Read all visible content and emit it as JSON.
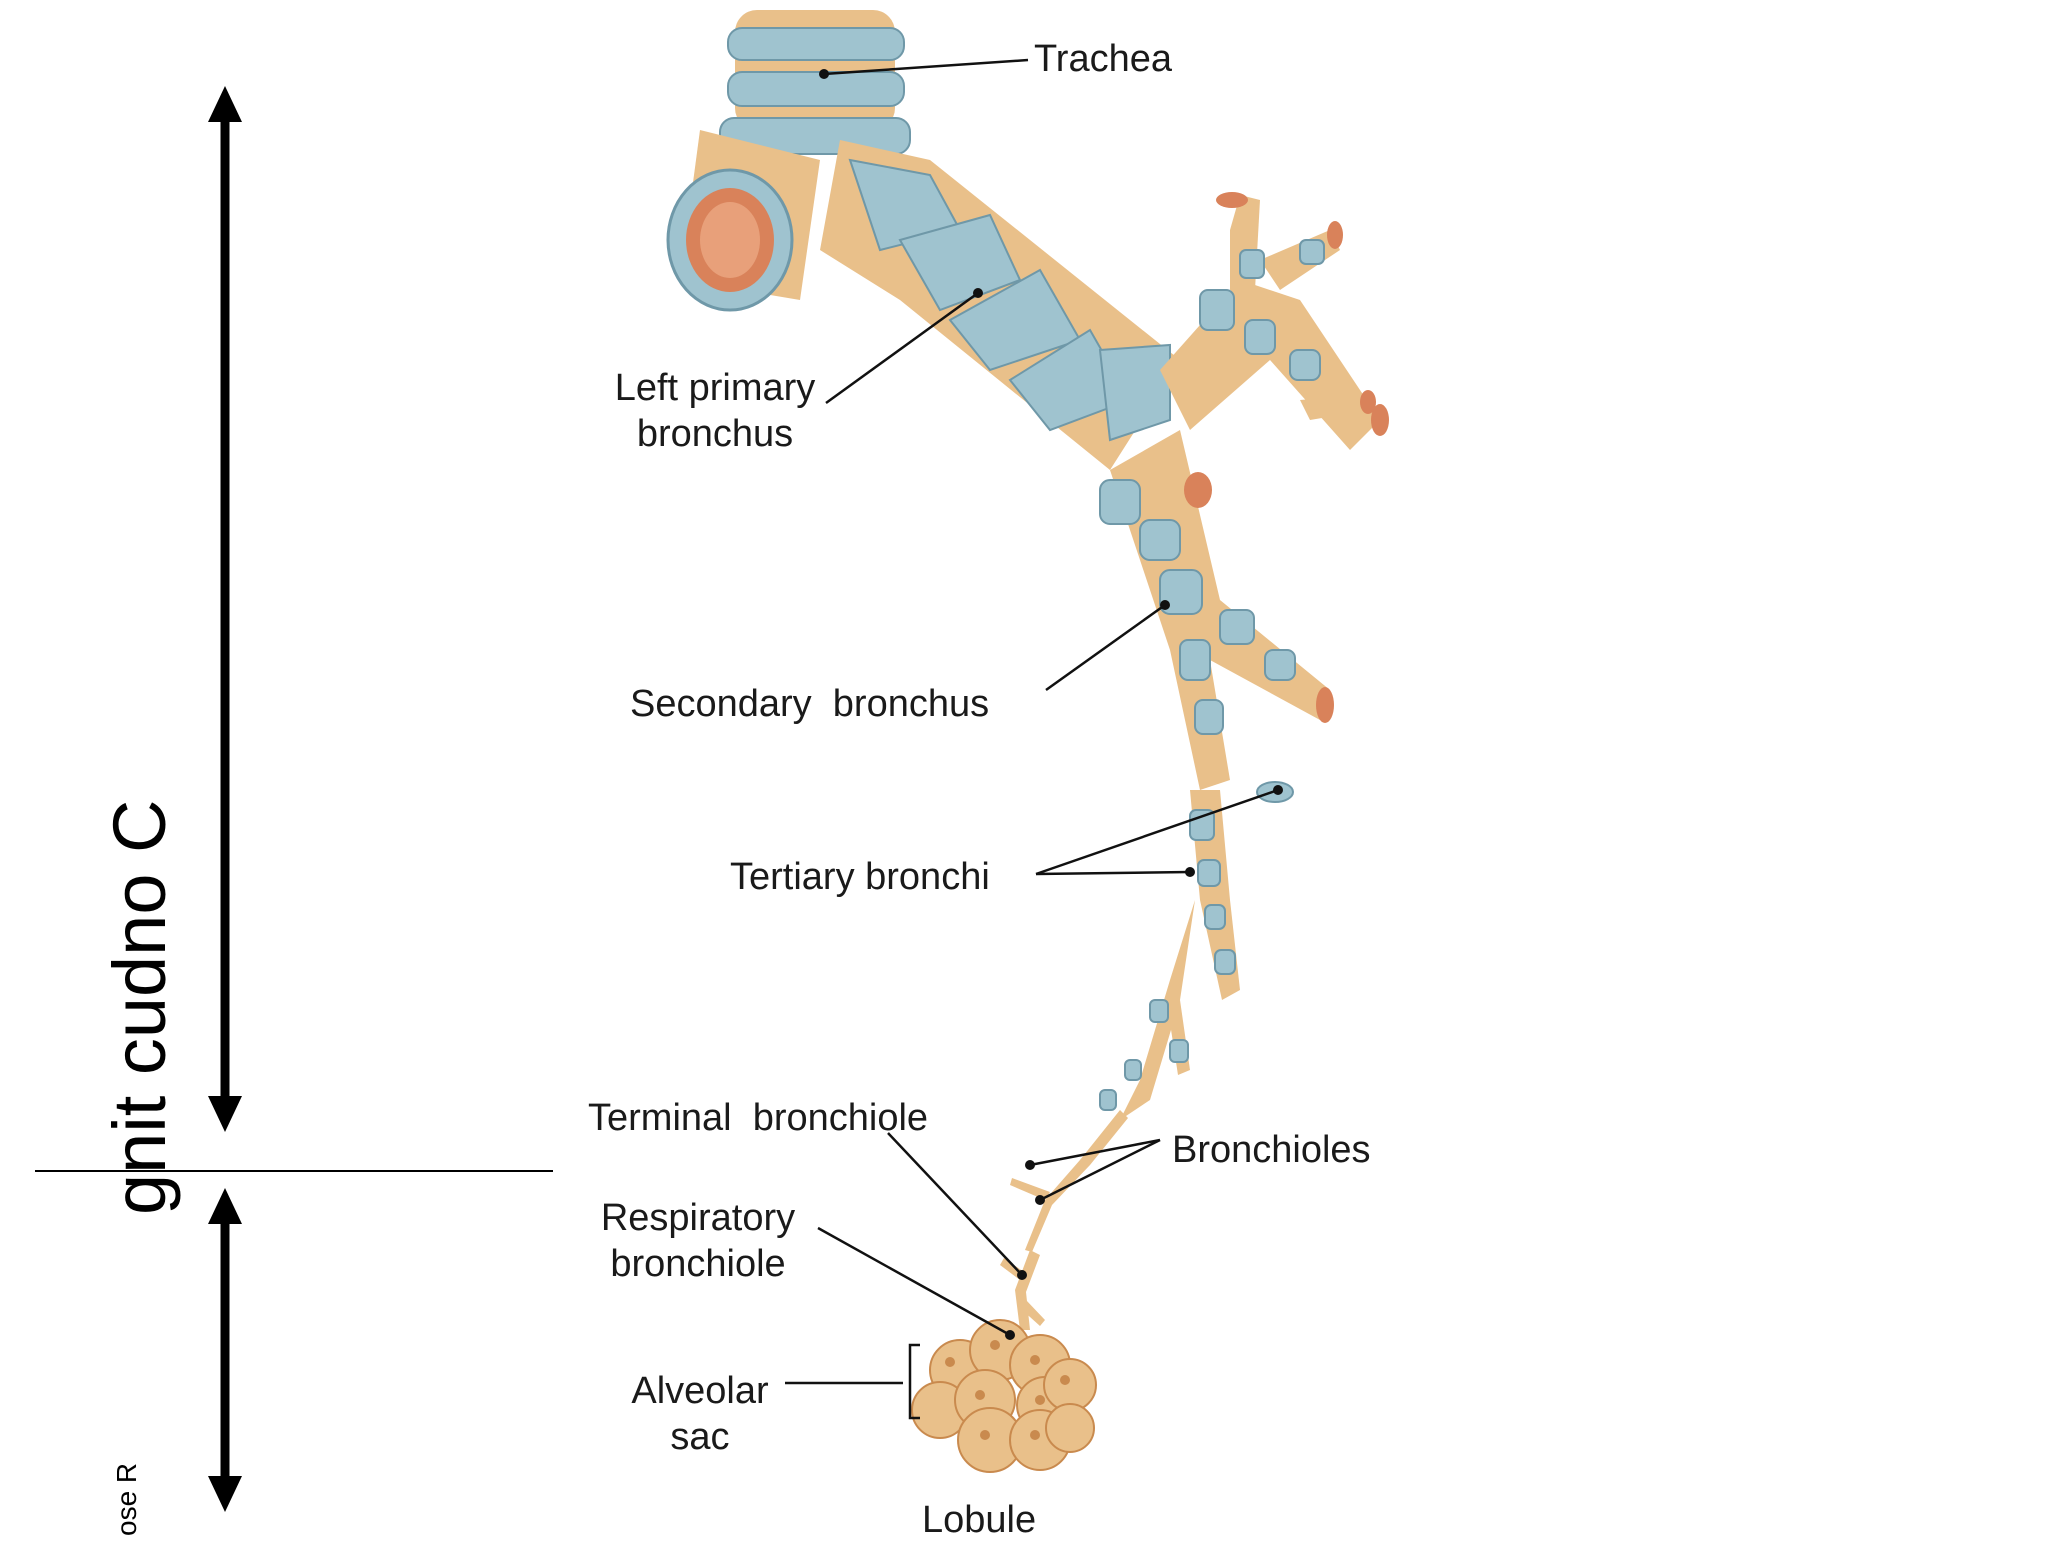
{
  "labels": {
    "trachea": "Trachea",
    "left_primary_bronchus_1": "Left primary",
    "left_primary_bronchus_2": "bronchus",
    "secondary_bronchus": "Secondary  bronchus",
    "tertiary_bronchi": "Tertiary bronchi",
    "terminal_bronchiole": "Terminal  bronchiole",
    "bronchioles": "Bronchioles",
    "respiratory_bronchiole_1": "Respiratory",
    "respiratory_bronchiole_2": "bronchiole",
    "alveolar_sac_1": "Alveolar",
    "alveolar_sac_2": "sac",
    "lobule": "Lobule"
  },
  "zones": {
    "conducting": "gnit cudno C",
    "respiratory": "ose R"
  },
  "colors": {
    "cartilage": "#9fc3cf",
    "cartilage_dark": "#6f98a8",
    "tissue": "#e9c08a",
    "tissue_dark": "#c98a4e",
    "lumen": "#d9825a",
    "line": "#111111"
  }
}
